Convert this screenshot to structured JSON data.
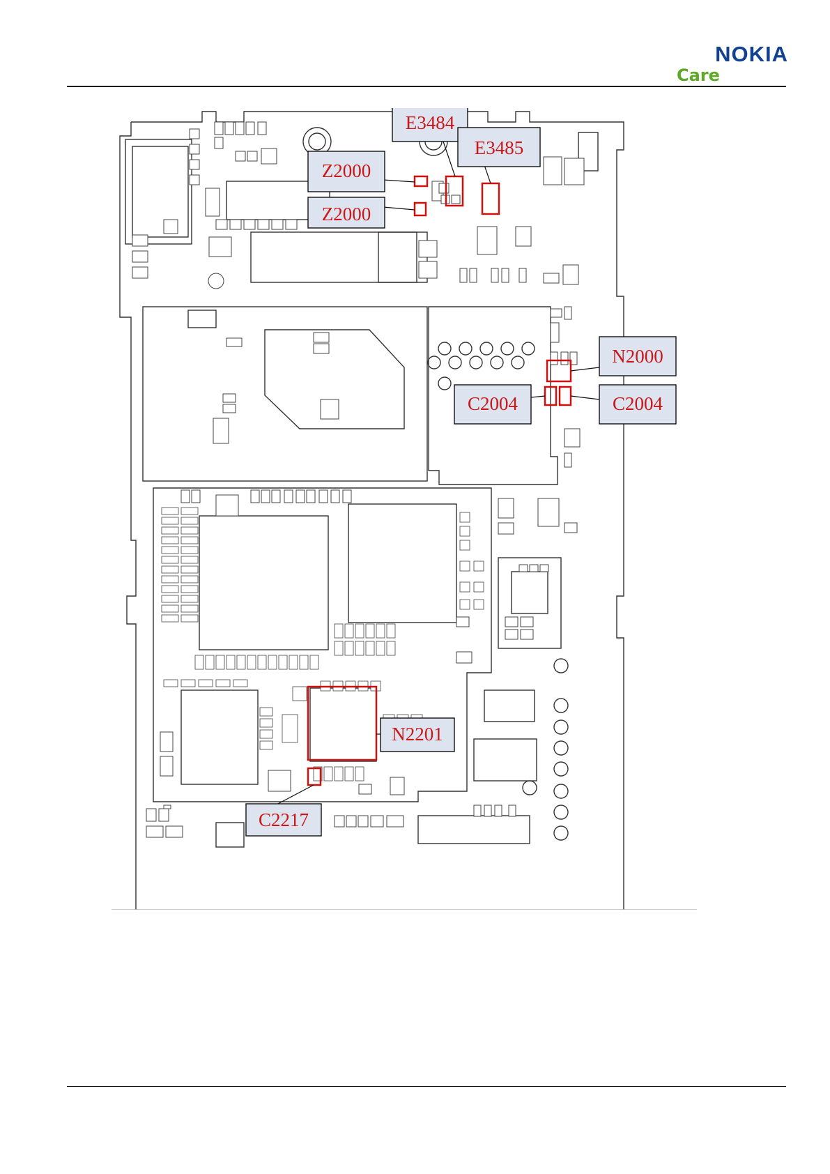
{
  "header": {
    "logo_brand": "NOKIA",
    "logo_sub": "Care",
    "brand_color": "#124191",
    "sub_color": "#5eaa28"
  },
  "figure": {
    "accent_color": "#cc1111",
    "callout_fill": "#dde3ef",
    "callouts": [
      {
        "id": "e3484",
        "label": "E3484"
      },
      {
        "id": "e3485",
        "label": "E3485"
      },
      {
        "id": "z2000a",
        "label": "Z2000"
      },
      {
        "id": "z2000b",
        "label": "Z2000"
      },
      {
        "id": "n2000",
        "label": "N2000"
      },
      {
        "id": "c2004a",
        "label": "C2004"
      },
      {
        "id": "c2004b",
        "label": "C2004"
      },
      {
        "id": "n2201",
        "label": "N2201"
      },
      {
        "id": "c2217",
        "label": "C2217"
      }
    ]
  }
}
